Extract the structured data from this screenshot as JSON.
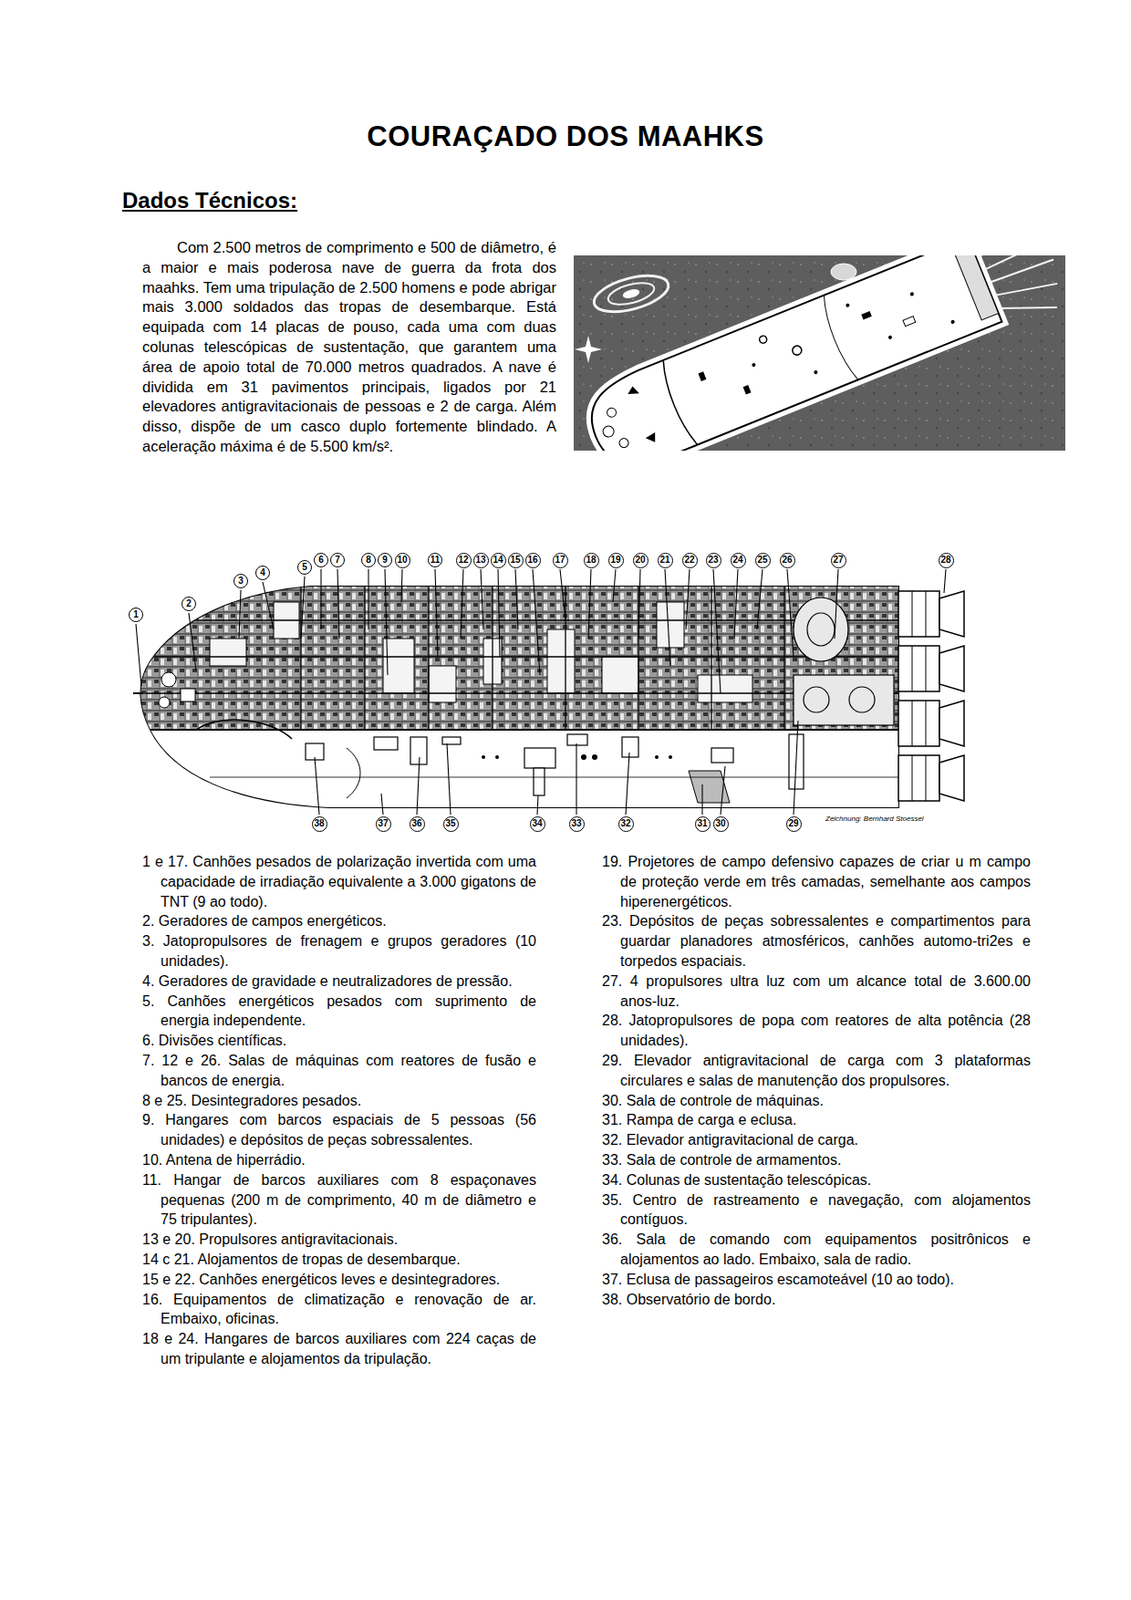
{
  "diagram": {
    "title": "COURAÇADO DOS MAAHKS",
    "nodes": [
      {
        "text": [
          "1"
        ]
      },
      {
        "text": [
          "2"
        ]
      },
      {
        "text": [
          "3"
        ]
      },
      {
        "text": [
          "4"
        ]
      },
      {
        "text": [
          "5"
        ]
      },
      {
        "text": [
          "6"
        ]
      },
      {
        "text": [
          "7"
        ]
      },
      {
        "text": [
          "8"
        ]
      },
      {
        "text": [
          "9"
        ]
      },
      {
        "text": [
          "10"
        ]
      },
      {
        "text": [
          "11"
        ]
      },
      {
        "text": [
          "12"
        ]
      },
      {
        "text": [
          "13"
        ]
      },
      {
        "text": [
          "14"
        ]
      },
      {
        "text": [
          "15"
        ]
      },
      {
        "text": [
          "16"
        ]
      },
      {
        "text": [
          "17"
        ]
      },
      {
        "text": [
          "18"
        ]
      },
      {
        "text": [
          "19"
        ]
      },
      {
        "text": [
          "20"
        ]
      },
      {
        "text": [
          "21"
        ]
      },
      {
        "text": [
          "22"
        ]
      },
      {
        "text": [
          "23"
        ]
      },
      {
        "text": [
          "24"
        ]
      },
      {
        "text": [
          "25"
        ]
      },
      {
        "text": [
          "26"
        ]
      },
      {
        "text": [
          "27"
        ]
      },
      {
        "text": [
          "28"
        ]
      },
      {
        "text": [
          "38"
        ]
      },
      {
        "text": [
          "37"
        ]
      },
      {
        "text": [
          "36"
        ]
      },
      {
        "text": [
          "35"
        ]
      },
      {
        "text": [
          "34"
        ]
      },
      {
        "text": [
          "33"
        ]
      },
      {
        "text": [
          "32"
        ]
      },
      {
        "text": [
          "31"
        ]
      },
      {
        "text": [
          "30"
        ]
      },
      {
        "text": [
          "29"
        ]
      }
    ],
    "labels": [
      "Dados Técnicos:",
      "Com 2.500 metros de comprimento e 500 de diâmetro, é a maior e mais poderosa nave de guerra da frota dos maahks. Tem uma tripulação de 2.500 homens e pode abrigar mais 3.000 soldados das tropas de desembarque. Está equipada com 14 placas de pouso, cada uma com duas colunas telescópicas de sustentação, que garantem uma área de apoio total de 70.000 metros quadrados. A nave é dividida em 31 pavimentos principais, ligados por 21 elevadores antigravitacionais de pessoas e 2 de carga. Além disso, dispõe de um casco duplo fortemente blindado. A aceleração máxima é de 5.500 km/s².",
      "Zeichnung: Bernhard Stoessel",
      "1 e 17. Canhões pesados de polarização invertida com uma capacidade de irradiação equivalente a 3.000 gigatons de TNT (9 ao todo).",
      "2. Geradores de campos energéticos.",
      "3. Jatopropulsores de frenagem e grupos geradores (10 unidades).",
      "4. Geradores de gravidade e neutralizadores de pressão.",
      "5. Canhões energéticos pesados com suprimento de energia independente.",
      "6. Divisões científicas.",
      "7. 12 e 26. Salas de máquinas com reatores de fusão e bancos de energia.",
      "8 e 25. Desintegradores pesados.",
      "9. Hangares com barcos espaciais de 5 pessoas (56 unidades) e depósitos de peças sobressalentes.",
      "10. Antena de hiperrádio.",
      "11. Hangar de barcos auxiliares com 8 espaçonaves pequenas (200 m de comprimento, 40 m de diâmetro e 75 tripulantes).",
      "13 e 20. Propulsores antigravitacionais.",
      "14 c 21. Alojamentos de tropas de desembarque.",
      "15 e 22. Canhões energéticos leves e desintegradores.",
      "16. Equipamentos de climatização e renovação de ar. Embaixo, oficinas.",
      "18 e 24. Hangares de barcos auxiliares com 224 caças de um tripulante e alojamentos da tripulação.",
      "19. Projetores de campo defensivo capazes de criar u m campo de proteção verde em três camadas, semelhante aos campos hiperenergéticos.",
      "23. Depósitos de peças sobressalentes e compartimentos para guardar planadores atmosféricos, canhões automo-tri2es e torpedos espaciais.",
      "27. 4 propulsores ultra luz com um alcance total de 3.600.00 anos-luz.",
      "28. Jatopropulsores de popa com reatores de alta potência (28 unidades).",
      "29. Elevador antigravitacional de carga com 3 plataformas circulares e salas de manutenção dos propulsores.",
      "30. Sala de controle de máquinas.",
      "31. Rampa de carga e eclusa.",
      "32. Elevador antigravitacional de carga.",
      "33. Sala de controle de armamentos.",
      "34. Colunas de sustentação telescópicas.",
      "35. Centro de rastreamento e navegação, com alojamentos contíguos.",
      "36. Sala de comando com equipamentos positrônicos e alojamentos ao lado. Embaixo, sala de radio.",
      "37. Eclusa de passageiros escamoteável (10 ao todo).",
      "38. Observatório de bordo."
    ]
  }
}
